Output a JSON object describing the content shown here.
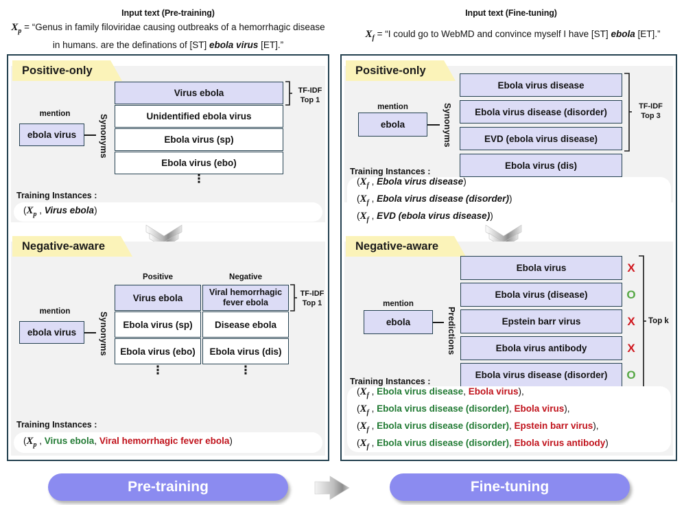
{
  "colors": {
    "accent_fill": "#dcdcf6",
    "border": "#23404f",
    "tag": "#fbf3b9",
    "pill": "#8b8bf0",
    "positive": "#217a33",
    "negative": "#c0121b",
    "mark_x": "#d0181f",
    "mark_o": "#56a845",
    "panel": "#f2f2f2"
  },
  "left": {
    "header": {
      "title": "Input text (Pre-training)",
      "var": "X",
      "var_sub": "p",
      "eq": " = ",
      "line1": "“Genus in family filoviridae causing outbreaks of a hemorrhagic disease",
      "line2_a": "in humans. are the definations of [ST] ",
      "line2_b": "ebola virus",
      "line2_c": " [ET].”"
    },
    "positive_only": {
      "tag": "Positive-only",
      "mention_label": "mention",
      "mention": "ebola virus",
      "relation_label": "Synonyms",
      "bracket_label_1": "TF-IDF",
      "bracket_label_2": "Top 1",
      "items": [
        {
          "text": "Virus ebola",
          "highlight": true
        },
        {
          "text": "Unidentified ebola virus",
          "highlight": false
        },
        {
          "text": "Ebola virus (sp)",
          "highlight": false
        },
        {
          "text": "Ebola virus (ebo)",
          "highlight": false
        }
      ],
      "ellipsis": "⋮",
      "training_label": "Training Instances :",
      "instances": [
        {
          "prefix": "(",
          "var": "X",
          "sub": "p",
          "sep": " , ",
          "pos": "Virus ebola",
          "pos_color": "plain",
          "neg": "",
          "suffix": ")"
        }
      ]
    },
    "negative_aware": {
      "tag": "Negative-aware",
      "mention_label": "mention",
      "mention": "ebola virus",
      "relation_label": "Synonyms",
      "col_positive": "Positive",
      "col_negative": "Negative",
      "bracket_label_1": "TF-IDF",
      "bracket_label_2": "Top 1",
      "positive_items": [
        {
          "text": "Virus ebola",
          "highlight": true
        },
        {
          "text": "Ebola virus (sp)",
          "highlight": false
        },
        {
          "text": "Ebola virus (ebo)",
          "highlight": false
        }
      ],
      "negative_items": [
        {
          "text": "Viral hemorrhagic fever ebola",
          "highlight": true
        },
        {
          "text": "Disease ebola",
          "highlight": false
        },
        {
          "text": "Ebola virus (dis)",
          "highlight": false
        }
      ],
      "ellipsis": "⋮",
      "training_label": "Training Instances :",
      "instances": [
        {
          "var": "X",
          "sub": "p",
          "pos": "Virus ebola",
          "neg": "Viral hemorrhagic fever ebola"
        }
      ]
    },
    "stage_pill": "Pre-training"
  },
  "right": {
    "header": {
      "title": "Input text (Fine-tuning)",
      "var": "X",
      "var_sub": "f",
      "eq": " = ",
      "line1_a": "“I could go to WebMD and convince myself I have [ST] ",
      "line1_b": "ebola",
      "line1_c": " [ET].”"
    },
    "positive_only": {
      "tag": "Positive-only",
      "mention_label": "mention",
      "mention": "ebola",
      "relation_label": "Synonyms",
      "bracket_label_1": "TF-IDF",
      "bracket_label_2": "Top 3",
      "items": [
        {
          "text": "Ebola virus disease",
          "highlight": true
        },
        {
          "text": "Ebola virus disease (disorder)",
          "highlight": true
        },
        {
          "text": "EVD (ebola virus disease)",
          "highlight": true
        },
        {
          "text": "Ebola virus (dis)",
          "highlight": false
        }
      ],
      "training_label": "Training Instances :",
      "instances": [
        {
          "var": "X",
          "sub": "f",
          "text": "Ebola virus disease"
        },
        {
          "var": "X",
          "sub": "f",
          "text": "Ebola virus disease (disorder)"
        },
        {
          "var": "X",
          "sub": "f",
          "text": "EVD (ebola virus disease)"
        }
      ]
    },
    "negative_aware": {
      "tag": "Negative-aware",
      "mention_label": "mention",
      "mention": "ebola",
      "relation_label": "Predictions",
      "bracket_label": "Top k",
      "items": [
        {
          "text": "Ebola virus",
          "mark": "X",
          "mark_type": "x"
        },
        {
          "text": "Ebola virus (disease)",
          "mark": "O",
          "mark_type": "o"
        },
        {
          "text": "Epstein barr virus",
          "mark": "X",
          "mark_type": "x"
        },
        {
          "text": "Ebola virus antibody",
          "mark": "X",
          "mark_type": "x"
        },
        {
          "text": "Ebola virus disease (disorder)",
          "mark": "O",
          "mark_type": "o"
        }
      ],
      "training_label": "Training Instances :",
      "instances": [
        {
          "var": "X",
          "sub": "f",
          "pos": "Ebola virus disease",
          "neg": "Ebola virus",
          "tail": ","
        },
        {
          "var": "X",
          "sub": "f",
          "pos": "Ebola virus disease (disorder)",
          "neg": "Ebola virus",
          "tail": ","
        },
        {
          "var": "X",
          "sub": "f",
          "pos": "Ebola virus disease (disorder)",
          "neg": "Epstein barr virus",
          "tail": ","
        },
        {
          "var": "X",
          "sub": "f",
          "pos": "Ebola virus disease (disorder)",
          "neg": "Ebola virus antibody",
          "tail": ""
        }
      ]
    },
    "stage_pill": "Fine-tuning"
  }
}
